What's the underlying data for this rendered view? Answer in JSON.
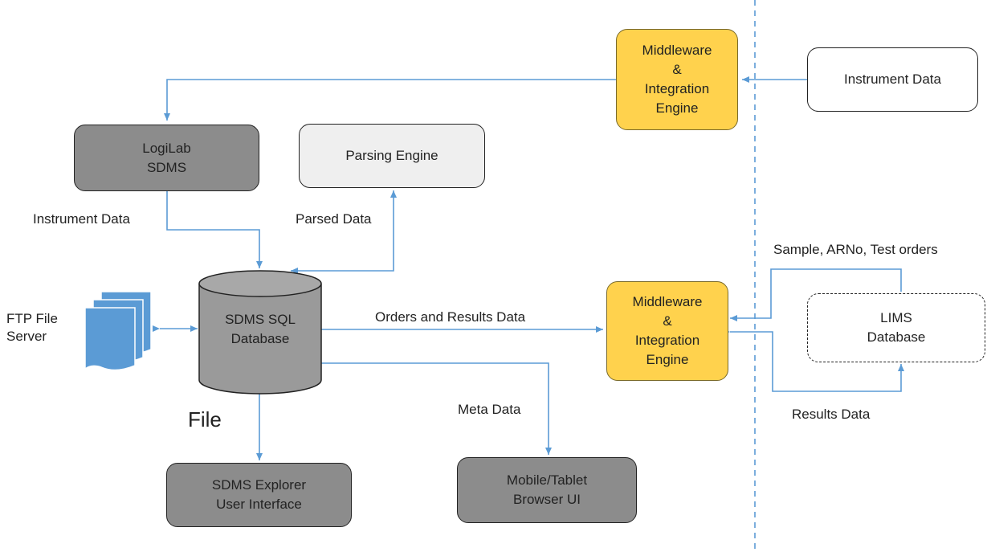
{
  "nodes": {
    "middleware_top": {
      "lines": [
        "Middleware",
        "&",
        "Integration",
        "Engine"
      ]
    },
    "middleware_bottom": {
      "lines": [
        "Middleware",
        "&",
        "Integration",
        "Engine"
      ]
    },
    "instrument_data_box": {
      "lines": [
        "Instrument Data"
      ]
    },
    "logilab_sdms": {
      "lines": [
        "LogiLab",
        "SDMS"
      ]
    },
    "parsing_engine": {
      "lines": [
        "Parsing Engine"
      ]
    },
    "sdms_sql_database": {
      "lines": [
        "SDMS SQL",
        "Database"
      ]
    },
    "lims_database": {
      "lines": [
        "LIMS",
        "Database"
      ]
    },
    "sdms_explorer": {
      "lines": [
        "SDMS Explorer",
        "User Interface"
      ]
    },
    "mobile_tablet_ui": {
      "lines": [
        "Mobile/Tablet",
        "Browser UI"
      ]
    },
    "ftp_file_server": {
      "lines": [
        "FTP File",
        "Server"
      ]
    }
  },
  "labels": {
    "instrument_data": "Instrument Data",
    "parsed_data": "Parsed Data",
    "sample_orders": "Sample, ARNo, Test orders",
    "orders_results": "Orders and Results Data",
    "meta_data": "Meta Data",
    "results_data": "Results Data",
    "file": "File"
  },
  "colors": {
    "connector": "#5b9bd5",
    "middleware": "#ffd24d",
    "dark_box": "#8c8c8c",
    "doc_icon": "#5b9bd5"
  }
}
